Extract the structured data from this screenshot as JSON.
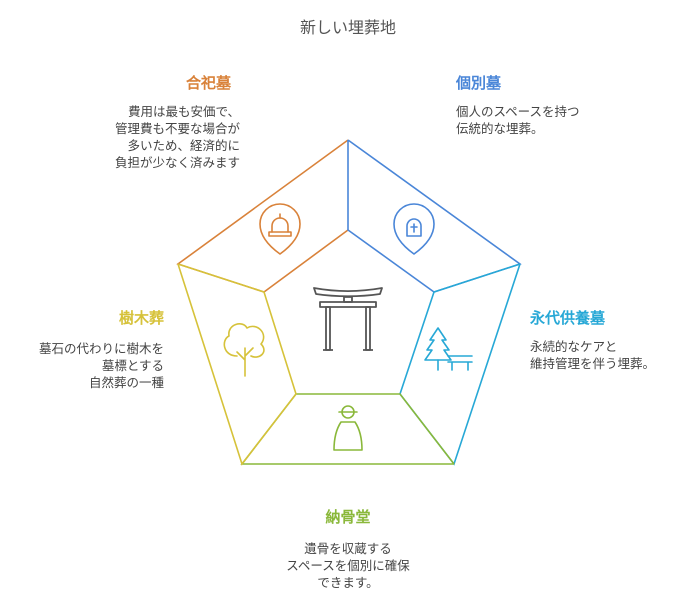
{
  "title": "新しい埋葬地",
  "colors": {
    "gassho": "#d9823a",
    "kobetsu": "#4a86d8",
    "eitai": "#27a8d6",
    "noukotsu": "#8ab83a",
    "jumoku": "#d6c23a",
    "center": "#555555"
  },
  "sections": {
    "gassho": {
      "title": "合祀墓",
      "desc": "費用は最も安価で、\n管理費も不要な場合が\n多いため、経済的に\n負担が少なく済みます",
      "icon": "bell-icon"
    },
    "kobetsu": {
      "title": "個別墓",
      "desc": "個人のスペースを持つ\n伝統的な埋葬。",
      "icon": "gravestone-icon"
    },
    "eitai": {
      "title": "永代供養墓",
      "desc": "永続的なケアと\n維持管理を伴う埋葬。",
      "icon": "tree-bench-icon"
    },
    "noukotsu": {
      "title": "納骨堂",
      "desc": "遺骨を収蔵する\nスペースを個別に確保\nできます。",
      "icon": "person-icon"
    },
    "jumoku": {
      "title": "樹木葬",
      "desc": "墓石の代わりに樹木を\n墓標とする\n自然葬の一種",
      "icon": "tree-icon"
    }
  },
  "center_icon": "torii-gate-icon"
}
